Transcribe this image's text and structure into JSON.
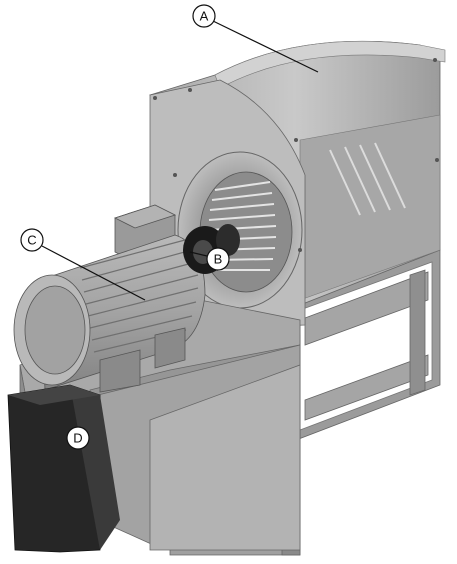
{
  "callouts": {
    "a": {
      "letter": "A"
    },
    "b": {
      "letter": "B"
    },
    "c": {
      "letter": "C"
    },
    "d": {
      "letter": "D"
    }
  },
  "colors": {
    "frame": "#9a9a9a",
    "frame_dark": "#7d7d7d",
    "housing": "#b4b4b4",
    "housing_light": "#c8c8c8",
    "motor": "#a8a8a8",
    "motor_dark": "#8c8c8c",
    "coupling": "#1a1a1a",
    "box": "#2a2a2a",
    "outline": "#555555",
    "callout_line": "#111111"
  }
}
